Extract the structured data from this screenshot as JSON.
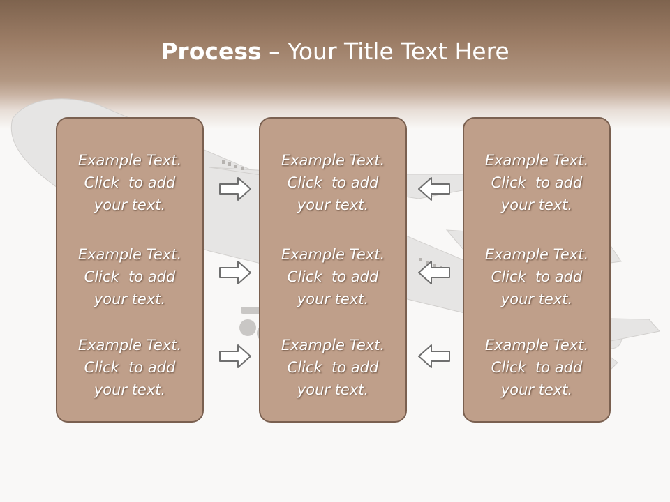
{
  "slide": {
    "title_bold": "Process",
    "title_rest": " – Your Title Text Here"
  },
  "columns": [
    {
      "blocks": [
        {
          "line1": "Example Text.",
          "line2": "Click  to add",
          "line3": "your text."
        },
        {
          "line1": "Example Text.",
          "line2": "Click  to add",
          "line3": "your text."
        },
        {
          "line1": "Example Text.",
          "line2": "Click  to add",
          "line3": "your text."
        }
      ]
    },
    {
      "blocks": [
        {
          "line1": "Example Text.",
          "line2": "Click  to add",
          "line3": "your text."
        },
        {
          "line1": "Example Text.",
          "line2": "Click  to add",
          "line3": "your text."
        },
        {
          "line1": "Example Text.",
          "line2": "Click  to add",
          "line3": "your text."
        }
      ]
    },
    {
      "blocks": [
        {
          "line1": "Example Text.",
          "line2": "Click  to add",
          "line3": "your text."
        },
        {
          "line1": "Example Text.",
          "line2": "Click  to add",
          "line3": "your text."
        },
        {
          "line1": "Example Text.",
          "line2": "Click  to add",
          "line3": "your text."
        }
      ]
    }
  ],
  "icons": {
    "left_arrows": [
      "arrow-right-icon",
      "arrow-right-icon",
      "arrow-right-icon"
    ],
    "right_arrows": [
      "arrow-left-icon",
      "arrow-left-icon",
      "arrow-left-icon"
    ],
    "background": "airplane-illustration"
  },
  "colors": {
    "header_dark": "#7e634e",
    "box_fill": "#bf9f8a",
    "box_border": "#7a6050",
    "text": "#ffffff"
  }
}
